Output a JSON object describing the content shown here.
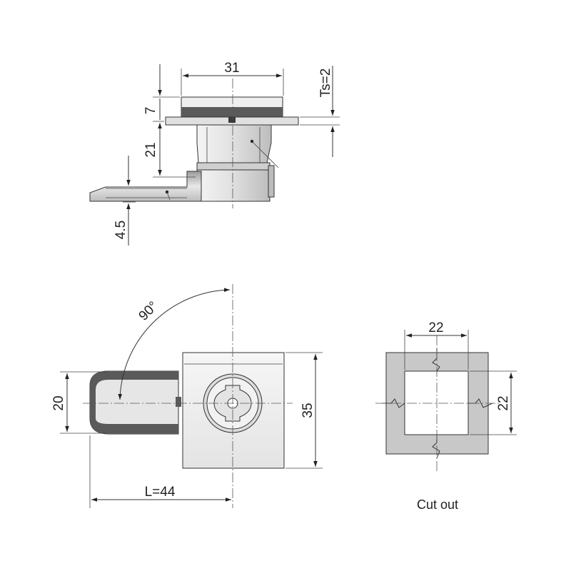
{
  "top_view": {
    "dim_width": "31",
    "dim_head": "7",
    "dim_body": "21",
    "dim_cam": "4.5",
    "dim_ts": "Ts=2"
  },
  "front_view": {
    "dim_angle": "90°",
    "dim_cam_width": "20",
    "dim_body_height": "35",
    "dim_length": "L=44"
  },
  "cutout": {
    "dim_width": "22",
    "dim_height": "22",
    "caption": "Cut out"
  },
  "colors": {
    "metal_light": "#eeeeee",
    "metal_mid": "#d6d6d6",
    "metal_dark": "#5a5a5a",
    "cutout_fill": "#c8c8c8"
  }
}
